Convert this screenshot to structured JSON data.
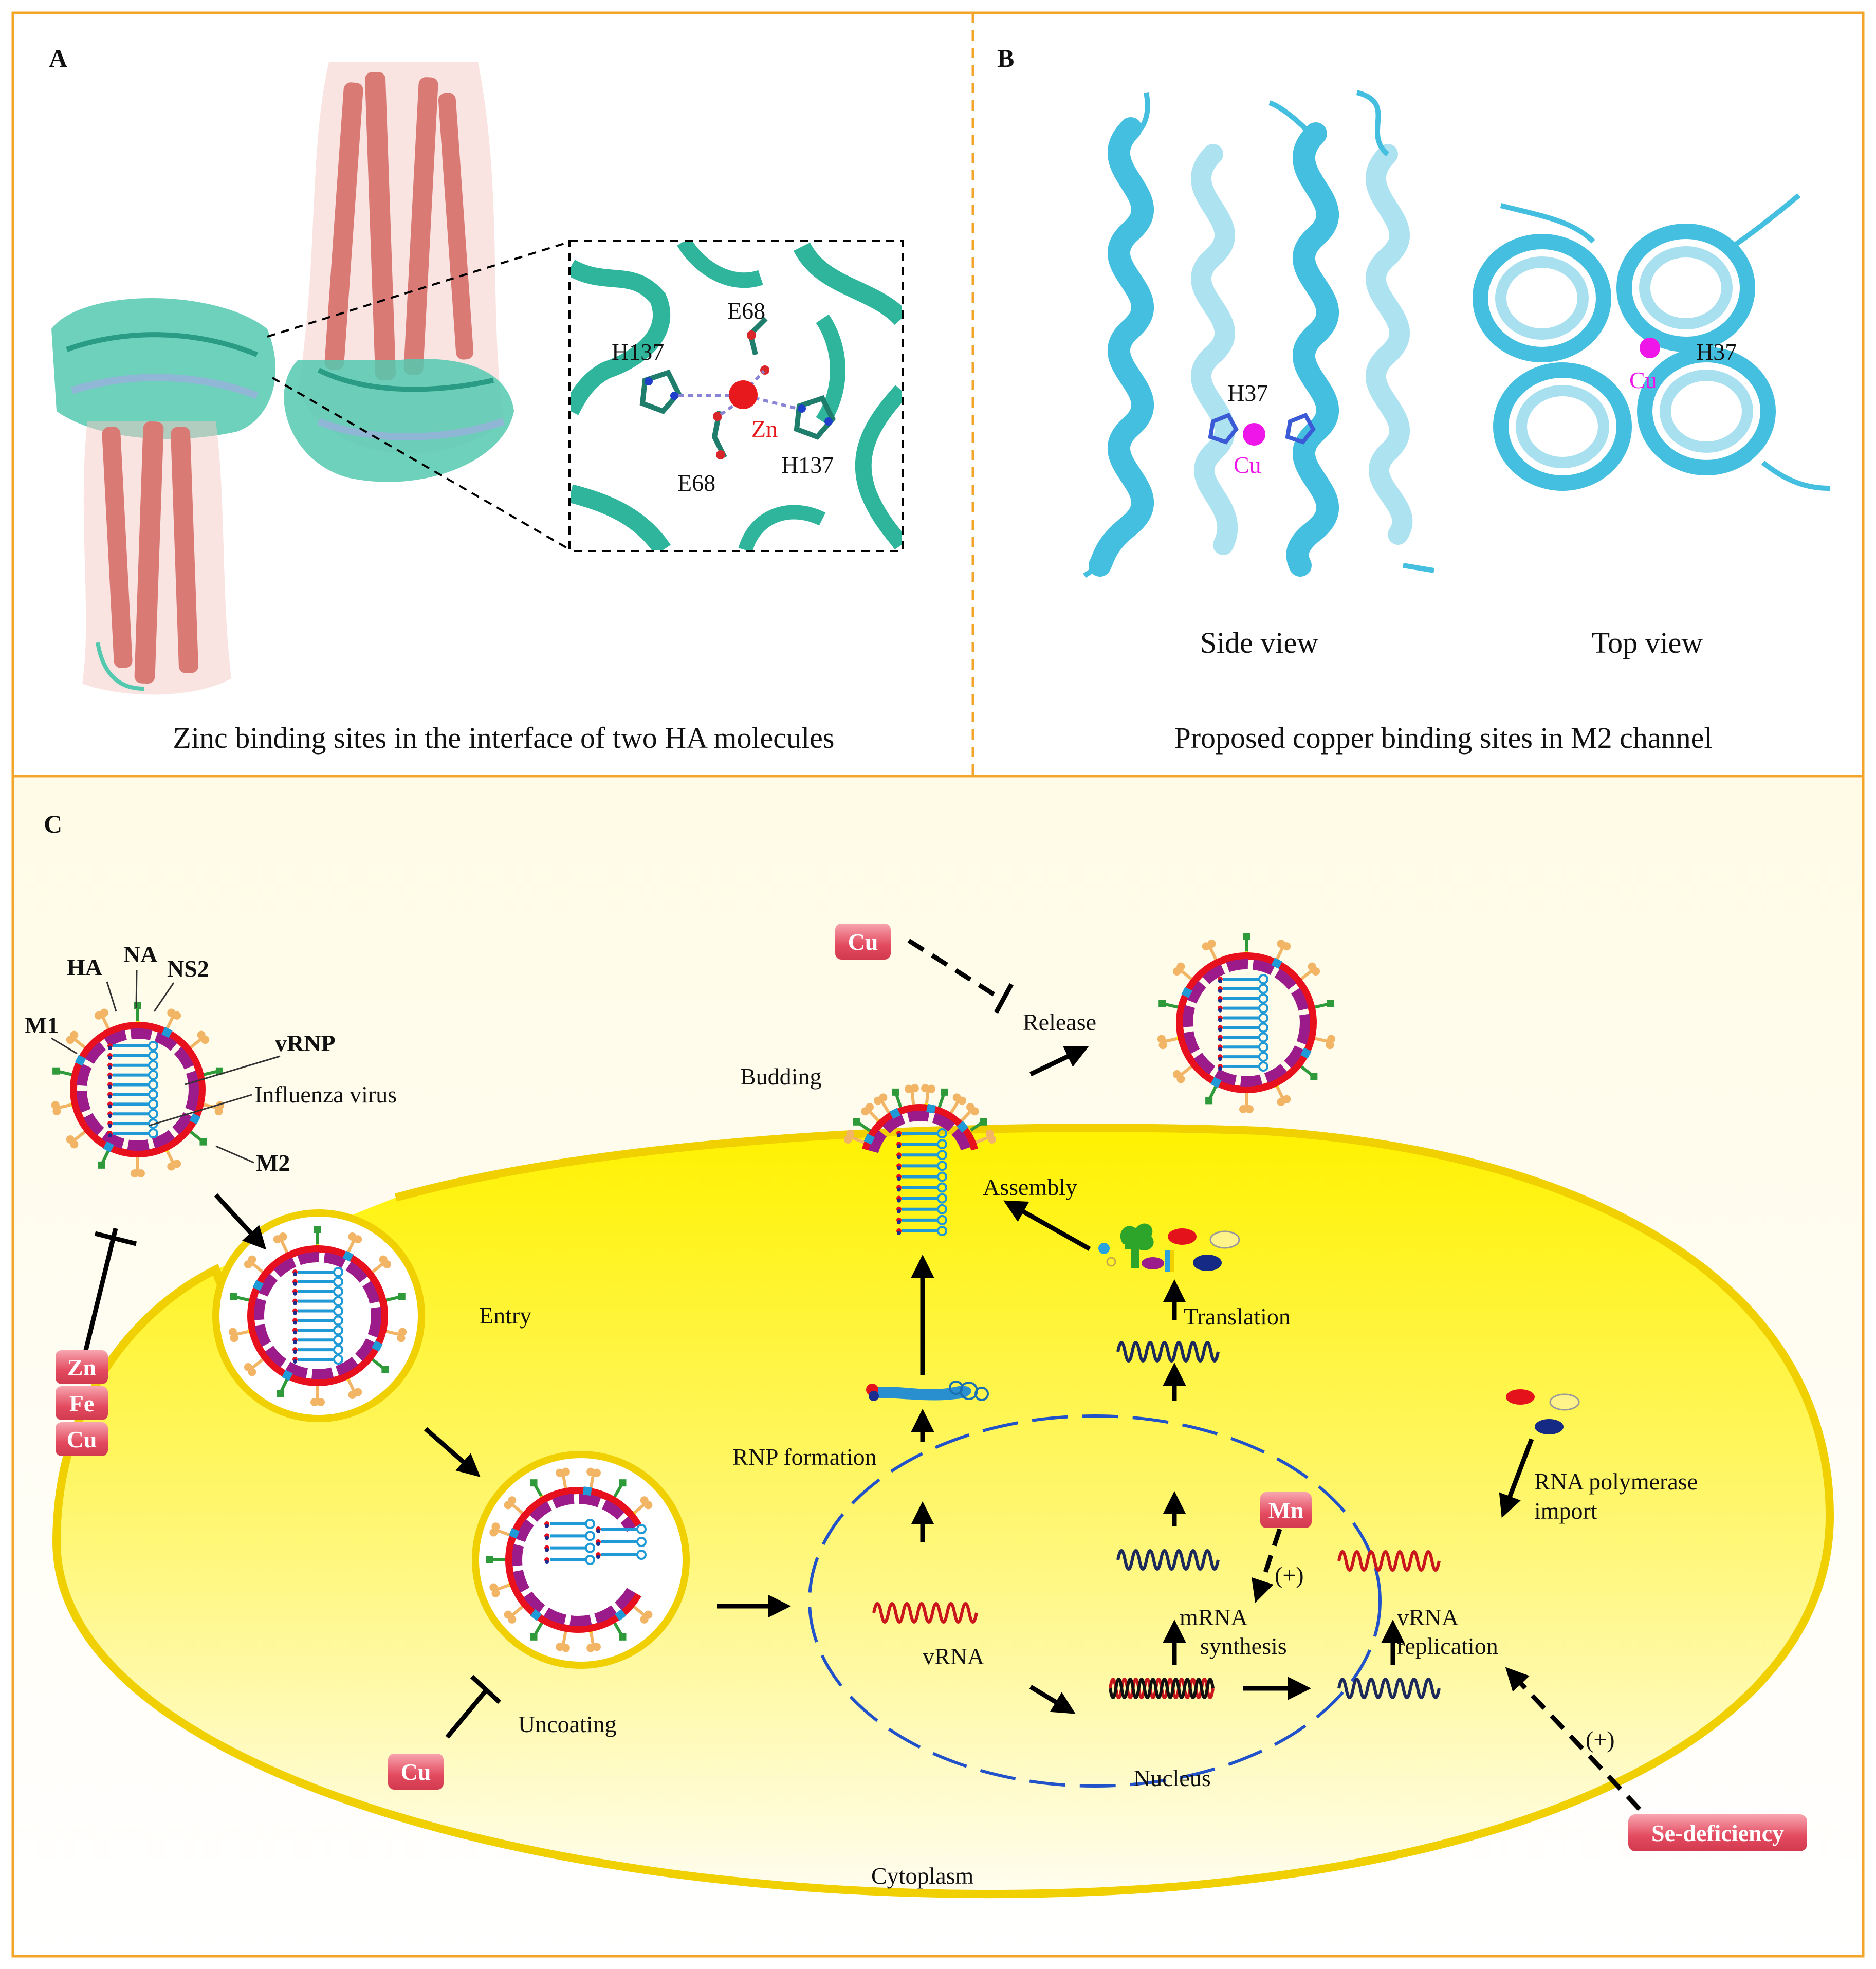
{
  "panel_a": {
    "label": "A",
    "caption": "Zinc binding sites in the interface of two HA molecules",
    "inset": {
      "e68_top": "E68",
      "h137_left": "H137",
      "zn": "Zn",
      "h137_right": "H137",
      "e68_bottom": "E68"
    }
  },
  "panel_b": {
    "label": "B",
    "caption": "Proposed copper binding sites in M2 channel",
    "side": {
      "label": "Side view",
      "h37": "H37",
      "cu": "Cu"
    },
    "top": {
      "label": "Top view",
      "h37": "H37",
      "cu": "Cu"
    }
  },
  "panel_c": {
    "label": "C",
    "virus_parts": {
      "ha": "HA",
      "na": "NA",
      "ns2": "NS2",
      "m1": "M1",
      "vrnp": "vRNP",
      "virus": "Influenza virus",
      "m2": "M2"
    },
    "steps": {
      "entry": "Entry",
      "uncoating": "Uncoating",
      "rnp_formation": "RNP formation",
      "budding": "Budding",
      "assembly": "Assembly",
      "release": "Release",
      "translation": "Translation",
      "rna_polymerase_import_1": "RNA polymerase",
      "rna_polymerase_import_2": "import",
      "mrna_synthesis_1": "mRNA",
      "mrna_synthesis_2": "synthesis",
      "vrna_replication_1": "vRNA",
      "vrna_replication_2": "replication",
      "vrna": "vRNA",
      "nucleus": "Nucleus",
      "cytoplasm": "Cytoplasm"
    },
    "metals": {
      "zn": "Zn",
      "fe": "Fe",
      "cu": "Cu",
      "mn": "Mn",
      "se_deficiency": "Se-deficiency"
    },
    "plus_marks": {
      "mn": "(+)",
      "se": "(+)"
    }
  },
  "colors": {
    "panel_border": "#f3a42a",
    "cell_fill": "#fff200",
    "cell_stroke": "#f0d000",
    "nucleus_stroke": "#2252c9",
    "envelope": "#e8101c",
    "matrix_m1": "#9b1b8a",
    "ha_spike": "#f2b566",
    "na_spike": "#2e9a3a",
    "m2_channel": "#1f9ad6",
    "vrna": "#c8161c",
    "mrna": "#1b2a5a",
    "copper": "#ee16e8",
    "zinc": "#e8191c",
    "metal_badge": "#e34a5f"
  }
}
